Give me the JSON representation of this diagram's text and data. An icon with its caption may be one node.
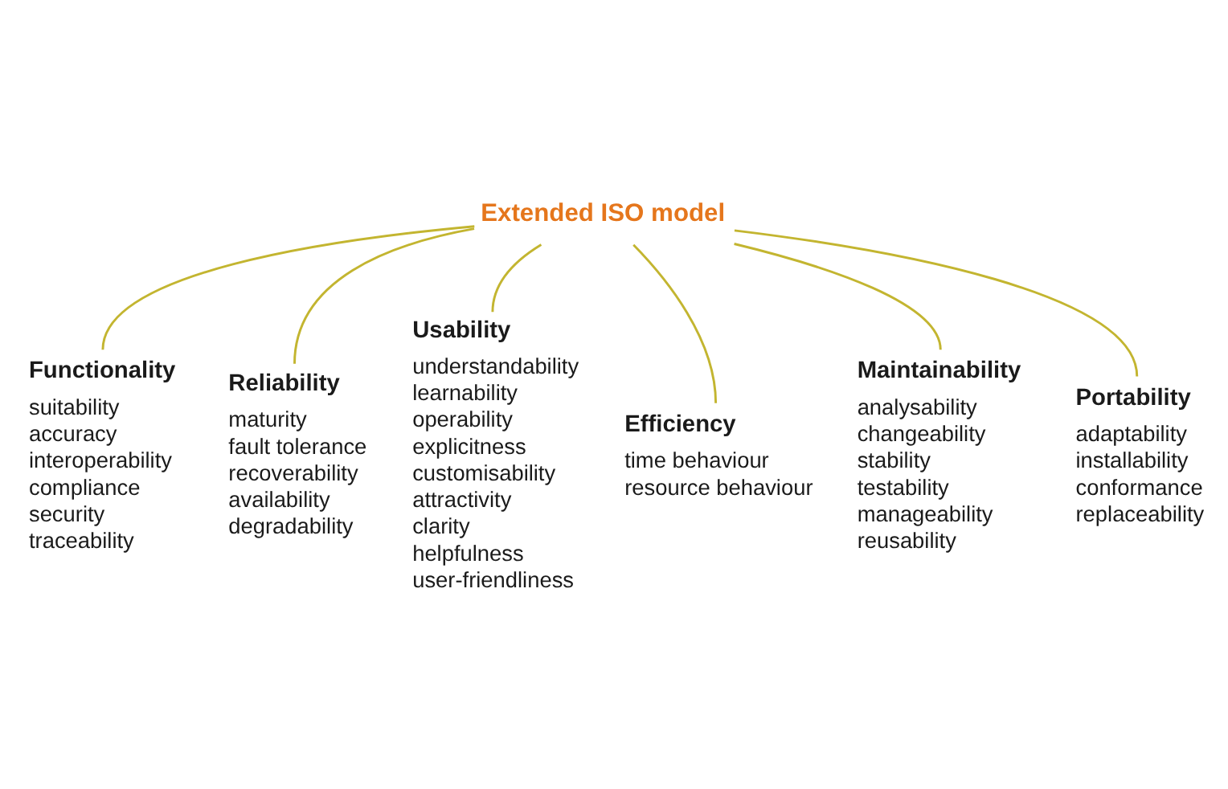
{
  "diagram": {
    "nodes": [
      {
        "text": [
          "Extended ISO model"
        ]
      },
      {
        "text": [
          "Functionality",
          "suitability",
          "accuracy",
          "interoperability",
          "compliance",
          "security",
          "traceability"
        ]
      },
      {
        "text": [
          "Reliability",
          "maturity",
          "fault tolerance",
          "recoverability",
          "availability",
          "degradability"
        ]
      },
      {
        "text": [
          "Usability",
          "understandability",
          "learnability",
          "operability",
          "explicitness",
          "customisability",
          "attractivity",
          "clarity",
          "helpfulness",
          "user-friendliness"
        ]
      },
      {
        "text": [
          "Efficiency",
          "time behaviour",
          "resource behaviour"
        ]
      },
      {
        "text": [
          "Maintainability",
          "analysability",
          "changeability",
          "stability",
          "testability",
          "manageability",
          "reusability"
        ]
      },
      {
        "text": [
          "Portability",
          "adaptability",
          "installability",
          "conformance",
          "replaceability"
        ]
      }
    ],
    "edges": [
      {
        "from": 0,
        "to": 1,
        "arrow": "none"
      },
      {
        "from": 0,
        "to": 2,
        "arrow": "none"
      },
      {
        "from": 0,
        "to": 3,
        "arrow": "none"
      },
      {
        "from": 0,
        "to": 4,
        "arrow": "none"
      },
      {
        "from": 0,
        "to": 5,
        "arrow": "none"
      },
      {
        "from": 0,
        "to": 6,
        "arrow": "none"
      }
    ]
  }
}
